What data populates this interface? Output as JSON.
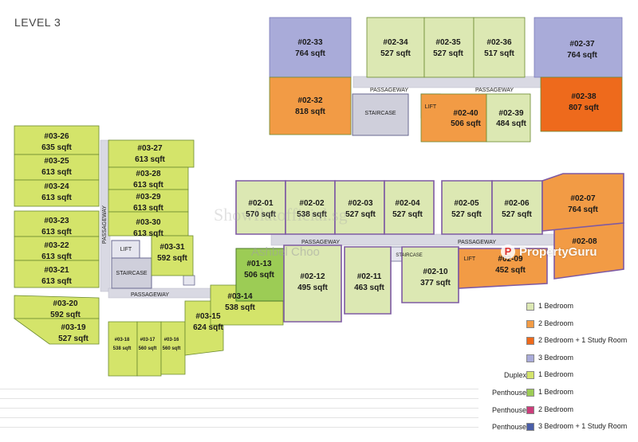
{
  "title": "LEVEL 3",
  "colors": {
    "one_bedroom": "#dce8b3",
    "two_bedroom": "#f29b45",
    "two_bedroom_study": "#ee6a1c",
    "three_bedroom": "#a9abd9",
    "duplex_one_bedroom": "#d4e46a",
    "penthouse_one_bedroom": "#9ccc55",
    "penthouse_two_bedroom": "#cc3d7b",
    "penthouse_three_bedroom_study": "#4a5ea8",
    "outline_purple": "#7e5aa3",
    "corridor": "#d9d9e3",
    "staircase": "#cfcfdb"
  },
  "labels": {
    "passageway": "PASSAGEWAY",
    "staircase": "STAIRCASE",
    "lift": "LIFT"
  },
  "units": [
    {
      "id": "#02-33",
      "area": "764 sqft",
      "type": "three_bedroom"
    },
    {
      "id": "#02-34",
      "area": "527 sqft",
      "type": "one_bedroom"
    },
    {
      "id": "#02-35",
      "area": "527 sqft",
      "type": "one_bedroom"
    },
    {
      "id": "#02-36",
      "area": "517 sqft",
      "type": "one_bedroom"
    },
    {
      "id": "#02-37",
      "area": "764 sqft",
      "type": "three_bedroom"
    },
    {
      "id": "#02-32",
      "area": "818 sqft",
      "type": "two_bedroom"
    },
    {
      "id": "#02-40",
      "area": "506 sqft",
      "type": "two_bedroom"
    },
    {
      "id": "#02-39",
      "area": "484 sqft",
      "type": "one_bedroom"
    },
    {
      "id": "#02-38",
      "area": "807 sqft",
      "type": "two_bedroom_study"
    },
    {
      "id": "#03-26",
      "area": "635 sqft",
      "type": "duplex_one_bedroom"
    },
    {
      "id": "#03-25",
      "area": "613 sqft",
      "type": "duplex_one_bedroom"
    },
    {
      "id": "#03-24",
      "area": "613 sqft",
      "type": "duplex_one_bedroom"
    },
    {
      "id": "#03-23",
      "area": "613 sqft",
      "type": "duplex_one_bedroom"
    },
    {
      "id": "#03-22",
      "area": "613 sqft",
      "type": "duplex_one_bedroom"
    },
    {
      "id": "#03-21",
      "area": "613 sqft",
      "type": "duplex_one_bedroom"
    },
    {
      "id": "#03-27",
      "area": "613 sqft",
      "type": "duplex_one_bedroom"
    },
    {
      "id": "#03-28",
      "area": "613 sqft",
      "type": "duplex_one_bedroom"
    },
    {
      "id": "#03-29",
      "area": "613 sqft",
      "type": "duplex_one_bedroom"
    },
    {
      "id": "#03-30",
      "area": "613 sqft",
      "type": "duplex_one_bedroom"
    },
    {
      "id": "#03-31",
      "area": "592 sqft",
      "type": "duplex_one_bedroom"
    },
    {
      "id": "#03-20",
      "area": "592 sqft",
      "type": "duplex_one_bedroom"
    },
    {
      "id": "#03-19",
      "area": "527 sqft",
      "type": "duplex_one_bedroom"
    },
    {
      "id": "#03-18",
      "area": "538 sqft",
      "type": "duplex_one_bedroom"
    },
    {
      "id": "#03-17",
      "area": "560 sqft",
      "type": "duplex_one_bedroom"
    },
    {
      "id": "#03-16",
      "area": "560 sqft",
      "type": "duplex_one_bedroom"
    },
    {
      "id": "#03-15",
      "area": "624 sqft",
      "type": "duplex_one_bedroom"
    },
    {
      "id": "#03-14",
      "area": "538 sqft",
      "type": "duplex_one_bedroom"
    },
    {
      "id": "#01-13",
      "area": "506 sqft",
      "type": "penthouse_one_bedroom"
    },
    {
      "id": "#02-12",
      "area": "495 sqft",
      "type": "one_bedroom"
    },
    {
      "id": "#02-11",
      "area": "463 sqft",
      "type": "one_bedroom"
    },
    {
      "id": "#02-10",
      "area": "377 sqft",
      "type": "one_bedroom"
    },
    {
      "id": "#02-09",
      "area": "452 sqft",
      "type": "two_bedroom"
    },
    {
      "id": "#02-08",
      "area": "",
      "type": "two_bedroom"
    },
    {
      "id": "#02-01",
      "area": "570 sqft",
      "type": "one_bedroom"
    },
    {
      "id": "#02-02",
      "area": "538 sqft",
      "type": "one_bedroom"
    },
    {
      "id": "#02-03",
      "area": "527 sqft",
      "type": "one_bedroom"
    },
    {
      "id": "#02-04",
      "area": "527 sqft",
      "type": "one_bedroom"
    },
    {
      "id": "#02-05",
      "area": "527 sqft",
      "type": "one_bedroom"
    },
    {
      "id": "#02-06",
      "area": "527 sqft",
      "type": "one_bedroom"
    },
    {
      "id": "#02-07",
      "area": "764 sqft",
      "type": "two_bedroom"
    }
  ],
  "legend": [
    {
      "prefix": "",
      "label": "1 Bedroom",
      "color": "#dce8b3"
    },
    {
      "prefix": "",
      "label": "2 Bedroom",
      "color": "#f29b45"
    },
    {
      "prefix": "",
      "label": "2 Bedroom + 1 Study Room",
      "color": "#ee6a1c"
    },
    {
      "prefix": "",
      "label": "3 Bedroom",
      "color": "#a9abd9"
    },
    {
      "prefix": "Duplex",
      "label": "1 Bedroom",
      "color": "#d4e46a"
    },
    {
      "prefix": "Penthouse",
      "label": "1 Bedroom",
      "color": "#9ccc55"
    },
    {
      "prefix": "Penthouse",
      "label": "2 Bedroom",
      "color": "#cc3d7b"
    },
    {
      "prefix": "Penthouse",
      "label": "3 Bedroom + 1 Study Room",
      "color": "#4a5ea8"
    }
  ],
  "watermarks": {
    "site": "Showflatofficial.sg",
    "agent": "Ashbel Choo",
    "brand": "PropertyGuru"
  }
}
